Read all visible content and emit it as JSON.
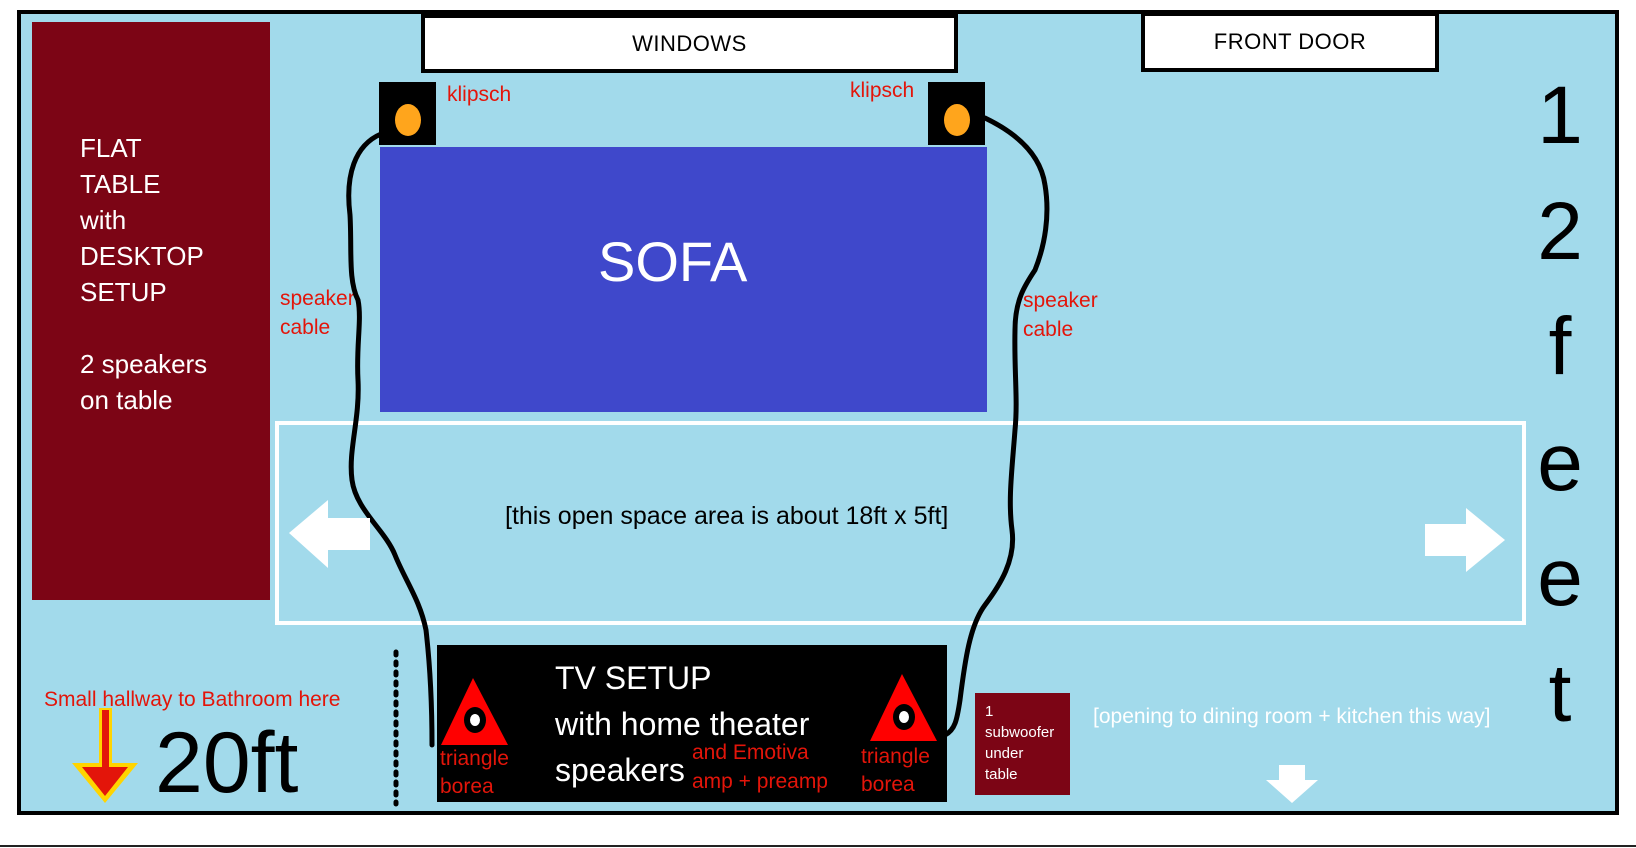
{
  "windows_label": "WINDOWS",
  "front_door_label": "FRONT DOOR",
  "desk": {
    "text": "FLAT\nTABLE\nwith\nDESKTOP\nSETUP\n\n2 speakers\non table"
  },
  "sofa_label": "SOFA",
  "klipsch_left": "klipsch",
  "klipsch_right": "klipsch",
  "cable_left": "speaker\ncable",
  "cable_right": "speaker\ncable",
  "open_space": "[this open space area is about 18ft x 5ft]",
  "tv": {
    "main": "TV SETUP\nwith home theater\nspeakers",
    "sub": "and Emotiva\namp + preamp"
  },
  "triangle_left": "triangle\nborea",
  "triangle_right": "triangle\nborea",
  "subwoofer": "1\nsubwoofer\nunder\ntable",
  "hallway": "Small hallway to Bathroom here",
  "dim_width": "20ft",
  "dining": "[opening to dining room + kitchen this way]",
  "dim_height_letters": [
    "1",
    "2",
    "f",
    "e",
    "e",
    "t"
  ],
  "colors": {
    "floor": "#a2daeb",
    "desk": "#7c0515",
    "sofa": "#3f48cb",
    "speaker_cone": "#ffa51c",
    "annotation_red": "#e3150a",
    "tv": "#000000"
  }
}
